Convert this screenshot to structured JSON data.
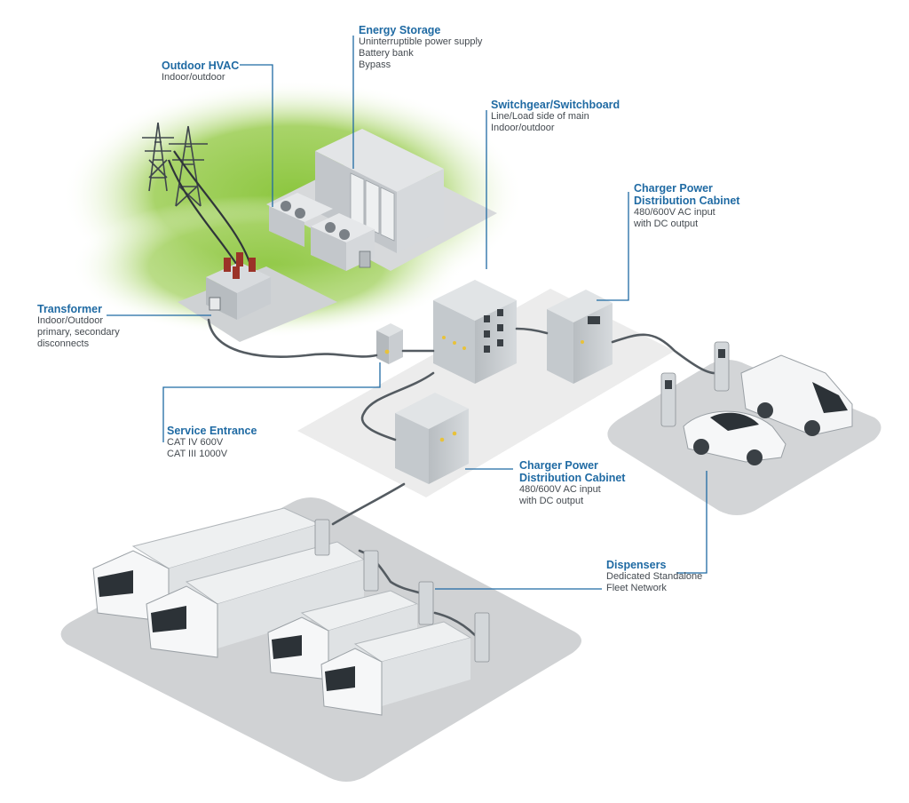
{
  "colors": {
    "accent": "#1f6aa3",
    "grass": "#8cc63f",
    "ground": "#d9dbdc",
    "equipment": "#c9cdd0",
    "cable": "#545b61"
  },
  "labels": {
    "energy_storage": {
      "title": "Energy Storage",
      "lines": [
        "Uninterruptible power supply",
        "Battery bank",
        "Bypass"
      ]
    },
    "outdoor_hvac": {
      "title": "Outdoor HVAC",
      "lines": [
        "Indoor/outdoor"
      ]
    },
    "switchgear": {
      "title": "Switchgear/Switchboard",
      "lines": [
        "Line/Load side of main",
        "Indoor/outdoor"
      ]
    },
    "charger_cabinet_top": {
      "title_lines": [
        "Charger Power",
        "Distribution Cabinet"
      ],
      "lines": [
        "480/600V AC input",
        "with DC output"
      ]
    },
    "transformer": {
      "title": "Transformer",
      "lines": [
        "Indoor/Outdoor",
        "primary, secondary",
        "disconnects"
      ]
    },
    "service_entrance": {
      "title": "Service Entrance",
      "lines": [
        "CAT IV 600V",
        "CAT III 1000V"
      ]
    },
    "charger_cabinet_mid": {
      "title_lines": [
        "Charger Power",
        "Distribution Cabinet"
      ],
      "lines": [
        "480/600V AC input",
        "with DC output"
      ]
    },
    "dispensers": {
      "title": "Dispensers",
      "lines": [
        "Dedicated Standalone",
        "Fleet Network"
      ]
    }
  }
}
